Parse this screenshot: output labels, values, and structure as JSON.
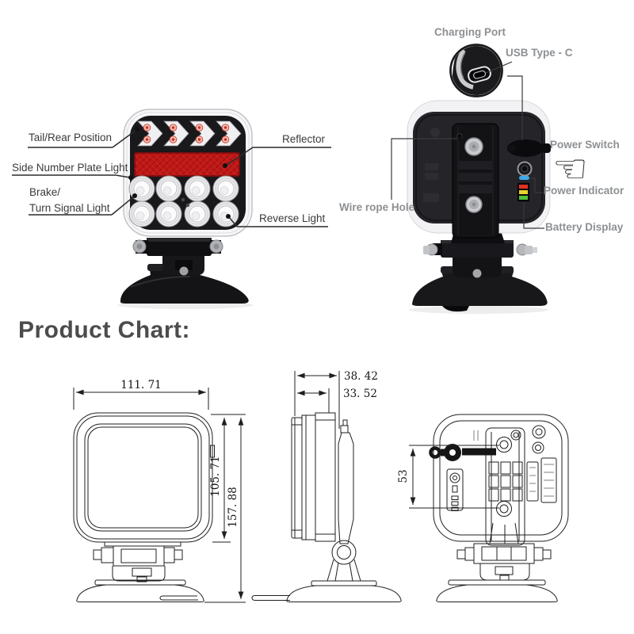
{
  "title": "Product Chart:",
  "front_view": {
    "labels": {
      "tail_rear": "Tail/Rear Position",
      "side_plate": "Side Number Plate Light",
      "brake_1": "Brake/",
      "brake_2": "Turn Signal Light",
      "reflector": "Reflector",
      "reverse": "Reverse Light"
    }
  },
  "back_view": {
    "labels": {
      "charging_port": "Charging Port",
      "usb_type_c": "USB Type - C",
      "power_switch": "Power Switch",
      "wire_rope_hole": "Wire rope Hole",
      "power_indicator": "Power Indicator",
      "battery_display": "Battery Display"
    }
  },
  "drawings": {
    "front": {
      "width": "111. 71",
      "lens_height": "105. 71",
      "total_height": "157. 88"
    },
    "side": {
      "depth_total": "38. 42",
      "depth_body": "33. 52"
    },
    "back": {
      "bolt_spacing": "53"
    }
  },
  "icons": {
    "pointing_hand": "☜"
  },
  "colors": {
    "label_dark": "#3a3a3a",
    "label_gray": "#8d9093",
    "reflector_red": "#c01717",
    "indicator_blue": "#3fa9e8",
    "battery_red": "#e03020",
    "battery_yellow": "#e8d22a",
    "battery_green": "#52c03a"
  }
}
